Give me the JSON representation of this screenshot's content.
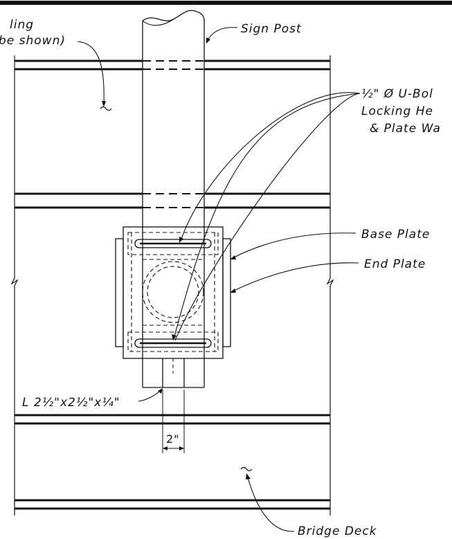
{
  "labels": {
    "railing_line1": "ling",
    "railing_line2": "be shown)",
    "sign_post": "Sign Post",
    "ubolt_line1": "½\" Ø U-Bol",
    "ubolt_line2": "Locking He",
    "ubolt_line3": "& Plate Wa",
    "base_plate": "Base Plate",
    "end_plate": "End Plate",
    "angle": "L 2½\"x2½\"x¼\"",
    "dim_2in": "2\"",
    "bridge_deck": "Bridge Deck"
  },
  "colors": {
    "line": "#111111",
    "background": "#ffffff"
  }
}
